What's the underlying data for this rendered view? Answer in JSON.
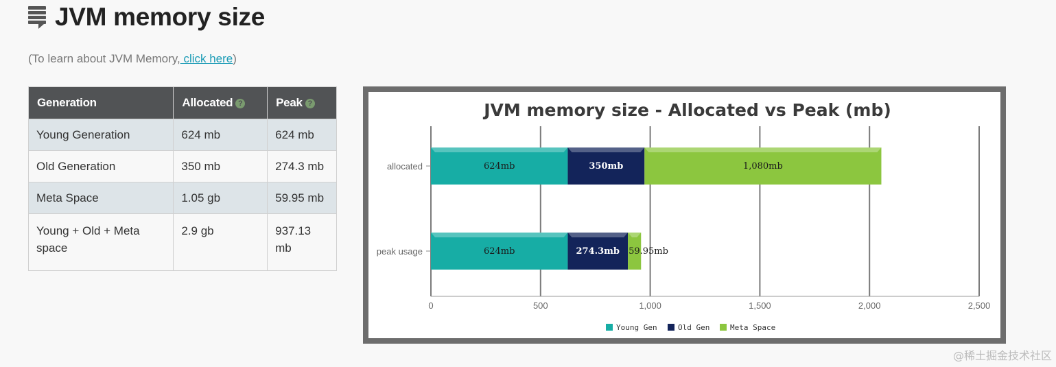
{
  "heading": {
    "title": "JVM memory size",
    "icon": "database-icon"
  },
  "subtext": {
    "prefix": "(To learn about JVM Memory,",
    "link": " click here",
    "suffix": ")"
  },
  "table": {
    "headers": [
      "Generation",
      "Allocated",
      "Peak"
    ],
    "rows": [
      [
        "Young Generation",
        "624 mb",
        "624 mb"
      ],
      [
        "Old Generation",
        "350 mb",
        "274.3 mb"
      ],
      [
        "Meta Space",
        "1.05 gb",
        "59.95 mb"
      ],
      [
        "Young + Old + Meta space",
        "2.9 gb",
        "937.13 mb"
      ]
    ]
  },
  "watermark": "@稀土掘金技术社区",
  "chart_data": {
    "type": "bar",
    "orientation": "horizontal",
    "stacked": true,
    "title": "JVM memory size - Allocated vs Peak (mb)",
    "categories": [
      "allocated",
      "peak usage"
    ],
    "series": [
      {
        "name": "Young Gen",
        "values": [
          624,
          624
        ],
        "labels": [
          "624mb",
          "624mb"
        ],
        "color": "#17ada5",
        "label_color": "#1a1a1a"
      },
      {
        "name": "Old Gen",
        "values": [
          350,
          274.3
        ],
        "labels": [
          "350mb",
          "274.3mb"
        ],
        "color": "#13245a",
        "label_color": "#ffffff"
      },
      {
        "name": "Meta Space",
        "values": [
          1080,
          59.95
        ],
        "labels": [
          "1,080mb",
          "59.95mb"
        ],
        "color": "#8cc63f",
        "label_color": "#1a1a1a"
      }
    ],
    "xlim": [
      0,
      2500
    ],
    "xticks": [
      0,
      500,
      1000,
      1500,
      2000,
      2500
    ],
    "xtick_labels": [
      "0",
      "500",
      "1,000",
      "1,500",
      "2,000",
      "2,500"
    ],
    "grid": true,
    "legend_position": "bottom"
  }
}
